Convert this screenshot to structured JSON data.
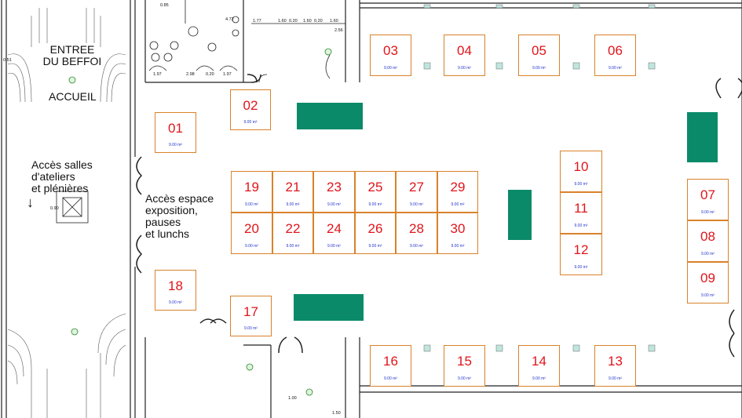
{
  "labels": {
    "entrance": "ENTREE\nDU BEFFOI",
    "reception": "ACCUEIL",
    "workshops": "Accès salles\nd'ateliers\net plénières",
    "exhibition": "Accès espace\nexposition,\npauses\net lunchs",
    "arrow": "↓"
  },
  "booth_area": "9.00 m²",
  "booths": [
    "01",
    "02",
    "03",
    "04",
    "05",
    "06",
    "07",
    "08",
    "09",
    "10",
    "11",
    "12",
    "13",
    "14",
    "15",
    "16",
    "17",
    "18",
    "19",
    "20",
    "21",
    "22",
    "23",
    "24",
    "25",
    "26",
    "27",
    "28",
    "29",
    "30"
  ],
  "dimensions": [
    "0.85",
    "4.72",
    "1.77",
    "1.60",
    "0.20",
    "1.60",
    "0.20",
    "1.60",
    "2.56",
    "1.97",
    "2.98",
    "0.20",
    "1.97",
    "1.00",
    "1.50",
    "0.51",
    "0.90"
  ],
  "colors": {
    "booth_border": "#d9822b",
    "booth_number": "#e0141b",
    "area_text": "#2233cc",
    "table": "#0b8a6a",
    "wall": "#222222",
    "fixture": "#9fd3c8"
  }
}
